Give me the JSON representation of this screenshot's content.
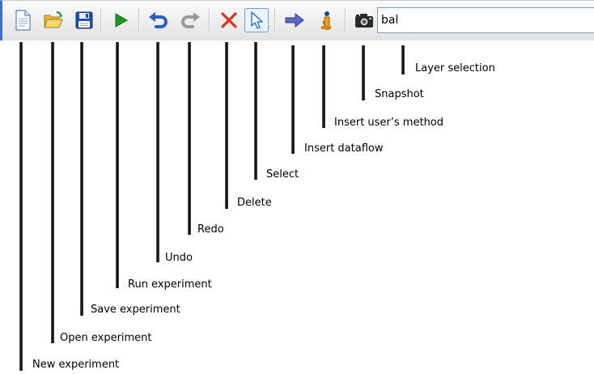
{
  "toolbar": {
    "buttons": [
      {
        "id": "new",
        "icon": "new-document-icon"
      },
      {
        "id": "open",
        "icon": "open-folder-icon"
      },
      {
        "id": "save",
        "icon": "floppy-disk-icon"
      },
      {
        "id": "run",
        "icon": "play-icon",
        "color": "#1f9c1f"
      },
      {
        "id": "undo",
        "icon": "undo-icon",
        "color": "#2d5fc2"
      },
      {
        "id": "redo",
        "icon": "redo-icon",
        "color": "#8e8e8e"
      },
      {
        "id": "delete",
        "icon": "red-x-icon",
        "color": "#e03020"
      },
      {
        "id": "select",
        "icon": "arrow-cursor-icon",
        "active": true
      },
      {
        "id": "insert-dataflow",
        "icon": "right-arrow-icon",
        "color": "#4a55b8"
      },
      {
        "id": "insert-user-method",
        "icon": "user-method-icon"
      },
      {
        "id": "snapshot",
        "icon": "camera-icon"
      }
    ],
    "layer_input_value": "bal"
  },
  "callouts": {
    "new_experiment": "New experiment",
    "open_experiment": "Open experiment",
    "save_experiment": "Save experiment",
    "run_experiment": "Run experiment",
    "undo": "Undo",
    "redo": "Redo",
    "delete": "Delete",
    "select": "Select",
    "insert_dataflow": "Insert dataflow",
    "insert_users_method": "Insert user’s method",
    "snapshot": "Snapshot",
    "layer_selection": "Layer selection"
  }
}
